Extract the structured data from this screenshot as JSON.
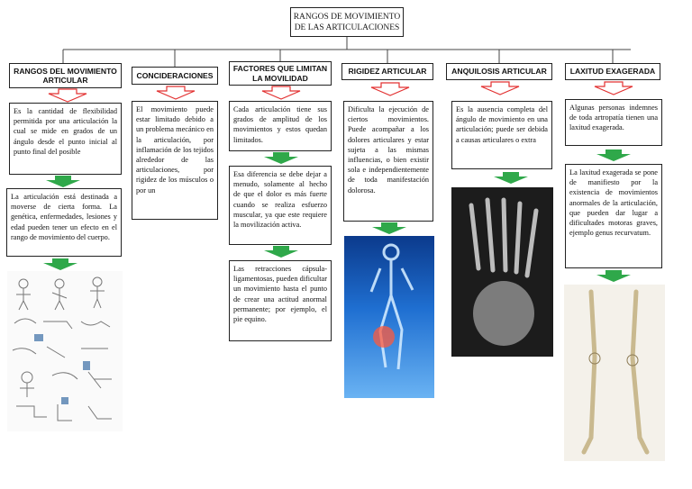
{
  "title": "RANGOS DE MOVIMIENTO\nDE LAS ARTICULACIONES",
  "columns": [
    {
      "header": "RANGOS DEL MOVIMIENTO ARTICULAR",
      "boxes": [
        "Es la cantidad de flexibilidad permitida por una articulación la cual se mide en grados de un ángulo desde el punto inicial al punto final del posible",
        "La articulación está destinada a moverse de cierta forma. La genética, enfermedades, lesiones y edad pueden tener un efecto en el rango de movimiento del cuerpo."
      ]
    },
    {
      "header": "CONCIDERACIONES",
      "boxes": [
        "El movimiento puede estar limitado debido a un problema mecánico en la articulación, por inflamación de los tejidos alrededor de las articulaciones, por rigidez de los músculos o por un"
      ]
    },
    {
      "header": "FACTORES QUE LIMITAN LA MOVILIDAD",
      "boxes": [
        "Cada articulación tiene sus grados de amplitud de los movimientos y estos quedan limitados.",
        "Esa diferencia se debe dejar a menudo, solamente al hecho de que el dolor es más fuerte cuando se realiza esfuerzo muscular, ya que este requiere la movilización activa.",
        "Las retracciones cápsula-ligamentosas, pueden dificultar un movimiento hasta el punto de crear una actitud anormal permanente; por ejemplo, el pie equino."
      ]
    },
    {
      "header": "RIGIDEZ ARTICULAR",
      "boxes": [
        "Dificulta la ejecución de ciertos movimientos. Puede acompañar a los dolores articulares y estar sujeta a las mismas influencias, o bien existir sola e independientemente de toda manifestación dolorosa."
      ]
    },
    {
      "header": "ANQUILOSIS ARTICULAR",
      "boxes": [
        "Es la ausencia completa del ángulo de movimiento en una articulación; puede ser debida a causas articulares o extra"
      ]
    },
    {
      "header": "LAXITUD EXAGERADA",
      "boxes": [
        "Algunas personas indemnes de toda artropatía tienen una laxitud exagerada.",
        "La laxitud exagerada se pone de manifiesto por la existencia de movimientos anormales de la articulación, que pueden dar lugar a dificultades motoras graves, ejemplo genus recurvatum."
      ]
    }
  ],
  "colors": {
    "red_arrow": "#e23030",
    "green_arrow": "#2fa84a",
    "border": "#222222"
  }
}
